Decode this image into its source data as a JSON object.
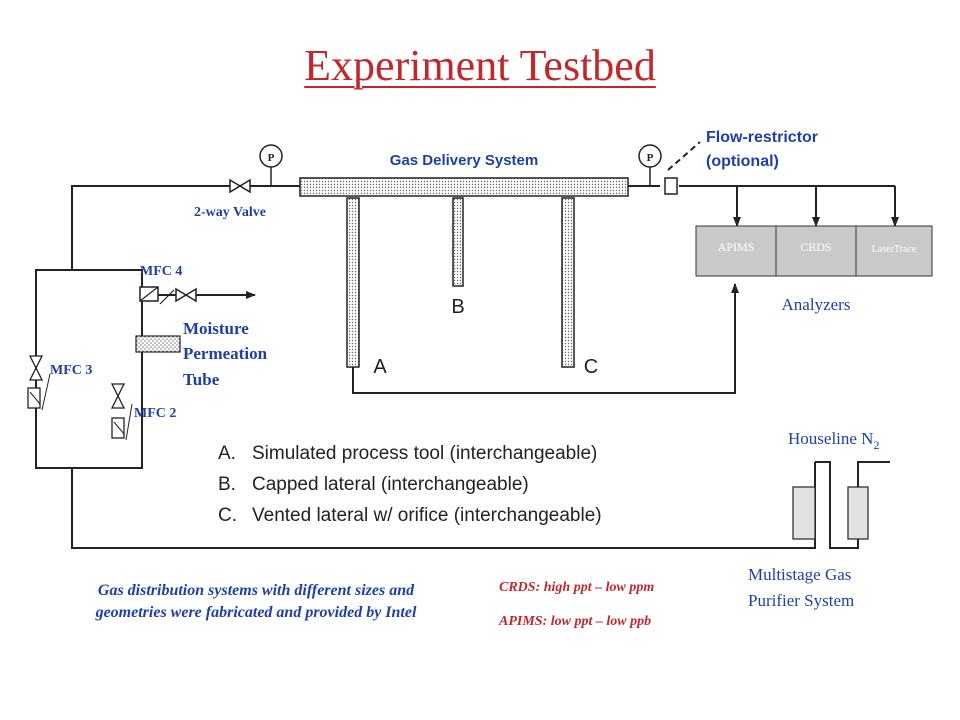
{
  "title": "Experiment Testbed",
  "labels": {
    "gas_delivery_system": "Gas Delivery System",
    "pressure_left": "P",
    "pressure_right": "P",
    "two_way_valve": "2-way Valve",
    "flow_restrictor_line1": "Flow-restrictor",
    "flow_restrictor_line2": "(optional)",
    "mfc4": "MFC 4",
    "mfc3": "MFC 3",
    "mfc2": "MFC 2",
    "moisture_line1": "Moisture",
    "moisture_line2": "Permeation",
    "moisture_line3": "Tube",
    "lateral_a": "A",
    "lateral_b": "B",
    "lateral_c": "C",
    "apims": "APIMS",
    "crds": "CRDS",
    "lasertrace": "LaserTrace",
    "analyzers": "Analyzers",
    "houseline": "Houseline N",
    "houseline_sub": "2",
    "purifier_line1": "Multistage Gas",
    "purifier_line2": "Purifier System"
  },
  "legend": [
    {
      "letter": "A.",
      "text": "Simulated process tool (interchangeable)"
    },
    {
      "letter": "B.",
      "text": "Capped lateral (interchangeable)"
    },
    {
      "letter": "C.",
      "text": "Vented lateral w/ orifice (interchangeable)"
    }
  ],
  "notes": {
    "fabrication_line1": "Gas distribution systems with different sizes and",
    "fabrication_line2": "geometries were fabricated and provided by Intel",
    "crds_range": "CRDS: high ppt – low ppm",
    "apims_range": "APIMS: low ppt – low ppb"
  },
  "colors": {
    "title": "#c0282d",
    "labels": "#1f3fa8",
    "ranges": "#c0282d",
    "analyzer_box": "#c9c9c9",
    "purifier": "#e2e2e2"
  }
}
